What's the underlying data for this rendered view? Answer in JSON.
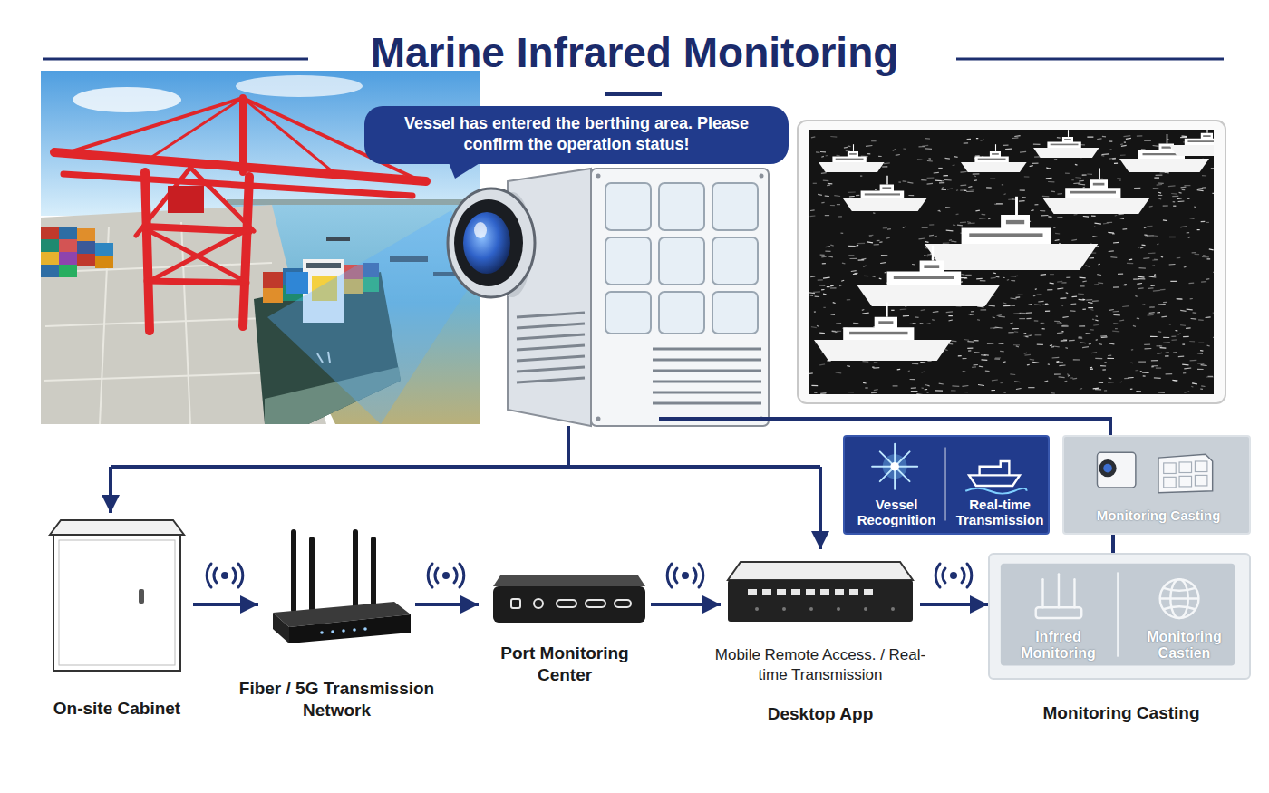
{
  "diagram": {
    "title": "Marine Infrared Monitoring",
    "nodes": [
      {
        "text": [
          "Vessel has entered the berthing area. Please confirm the operation status!"
        ]
      },
      {
        "text": [
          "Vessel Recognition",
          "Real-time Transmission"
        ]
      },
      {
        "text": [
          "Monitoring Casting"
        ]
      },
      {
        "text": [
          "On-site Cabinet"
        ]
      },
      {
        "text": [
          "Fiber / 5G Transmission Network"
        ]
      },
      {
        "text": [
          "Port Monitoring Center"
        ]
      },
      {
        "text": [
          "Mobile Remote Access. / Real-time Transmission",
          "Desktop App"
        ]
      },
      {
        "text": [
          "Infrred Monitoring",
          "Monitoring Castien",
          "Monitoring Casting"
        ]
      }
    ],
    "edges": [
      {
        "from": 3,
        "to": 4,
        "arrow": "to"
      },
      {
        "from": 4,
        "to": 5,
        "arrow": "to"
      },
      {
        "from": 5,
        "to": 6,
        "arrow": "to"
      },
      {
        "from": 6,
        "to": 7,
        "arrow": "to"
      },
      {
        "from": 2,
        "to": 7,
        "arrow": "none"
      }
    ]
  }
}
